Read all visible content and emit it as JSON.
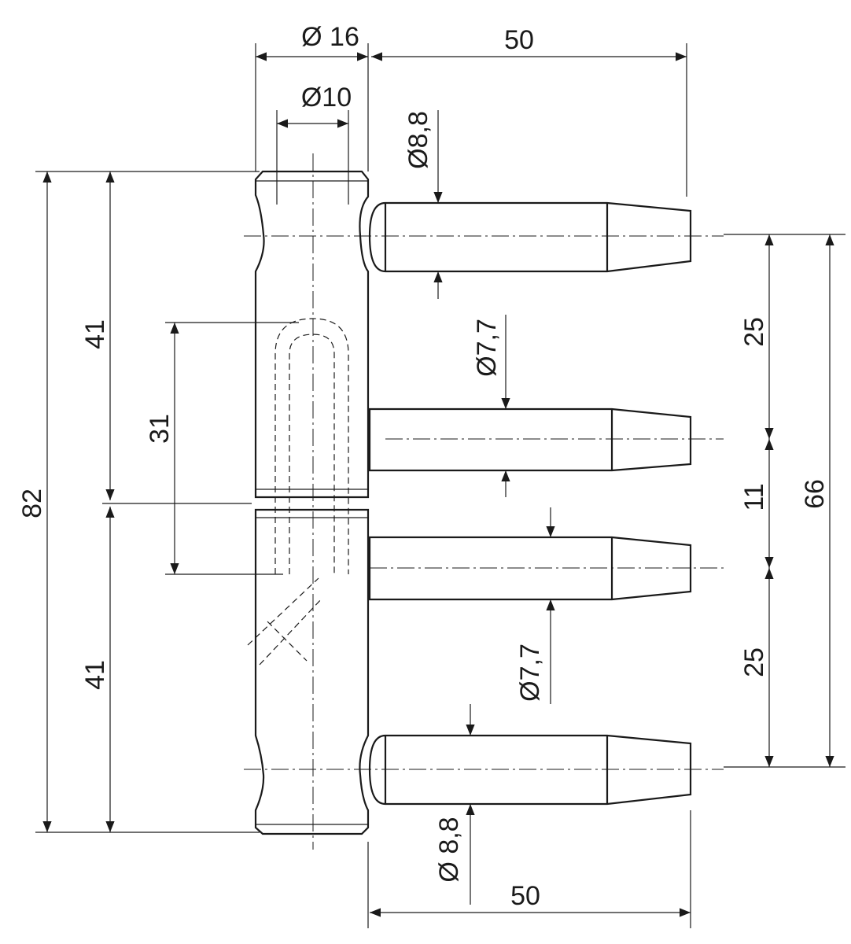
{
  "drawing": {
    "title": "3-part door hinge dimensional drawing",
    "dimensions": {
      "body_diameter": "Ø 16",
      "inner_diameter": "Ø10",
      "top_pin_length": "50",
      "top_pin_diameter": "Ø8,8",
      "upper_half_height": "41",
      "lower_half_height": "41",
      "total_height": "82",
      "inner_bore_length": "31",
      "middle_pin_upper_diameter": "Ø7,7",
      "middle_pin_lower_diameter": "Ø7,7",
      "spacing_upper": "25",
      "spacing_middle": "11",
      "spacing_lower": "25",
      "outer_pin_spacing": "66",
      "bottom_pin_diameter": "Ø 8,8",
      "bottom_pin_length": "50"
    }
  }
}
